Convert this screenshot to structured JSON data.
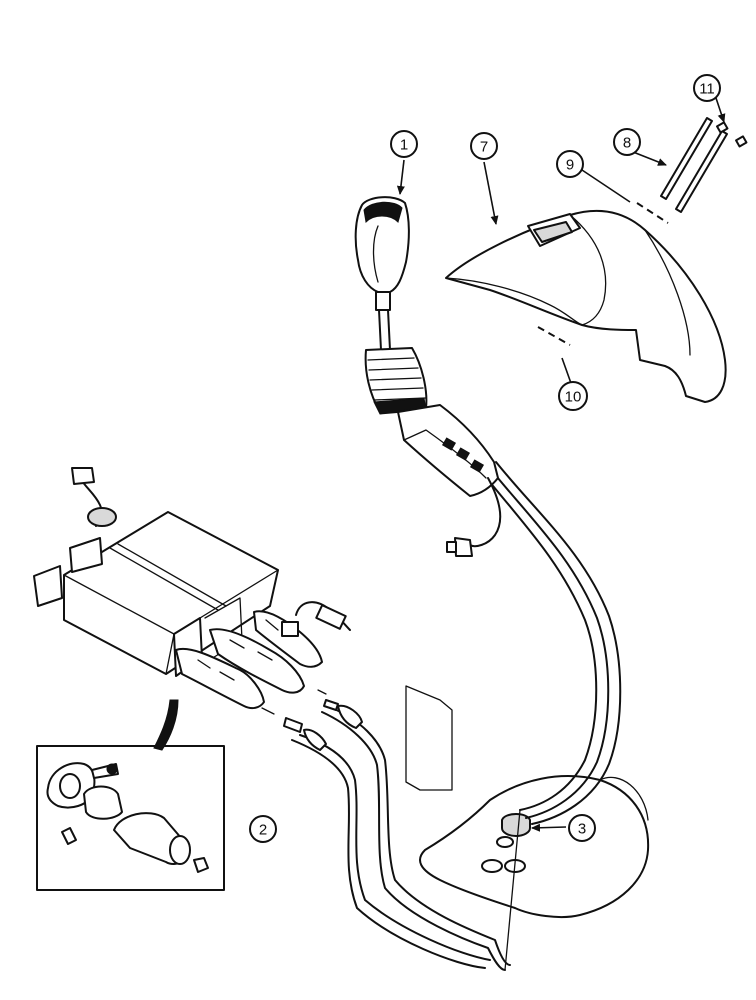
{
  "callouts": {
    "c1": "1",
    "c2": "2",
    "c3": "3",
    "c7": "7",
    "c8": "8",
    "c9": "9",
    "c10": "10",
    "c11": "11"
  }
}
